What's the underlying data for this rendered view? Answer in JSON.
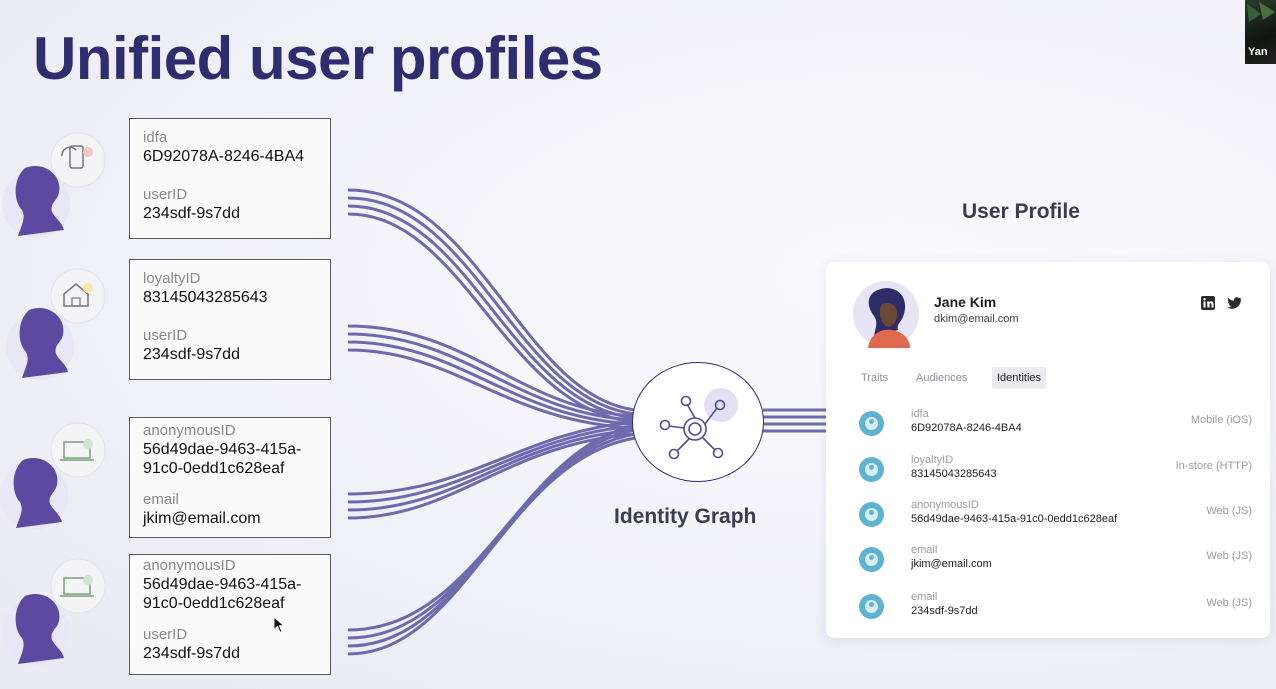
{
  "slide": {
    "title": "Unified user profiles",
    "corner_thumbnail_text": "Yan"
  },
  "sources": [
    {
      "device": "cloud-phone-icon",
      "fields": [
        {
          "label": "idfa",
          "value": "6D92078A-8246-4BA4"
        },
        {
          "label": "userID",
          "value": "234sdf-9s7dd"
        }
      ]
    },
    {
      "device": "store-icon",
      "fields": [
        {
          "label": "loyaltyID",
          "value": "83145043285643"
        },
        {
          "label": "userID",
          "value": "234sdf-9s7dd"
        }
      ]
    },
    {
      "device": "laptop-icon",
      "fields": [
        {
          "label": "anonymousID",
          "value": "56d49dae-9463-415a-91c0-0edd1c628eaf"
        },
        {
          "label": "email",
          "value": "jkim@email.com"
        }
      ]
    },
    {
      "device": "laptop-icon",
      "fields": [
        {
          "label": "anonymousID",
          "value": "56d49dae-9463-415a-91c0-0edd1c628eaf"
        },
        {
          "label": "userID",
          "value": "234sdf-9s7dd"
        }
      ]
    }
  ],
  "hub": {
    "label": "Identity Graph"
  },
  "profile": {
    "heading": "User Profile",
    "name": "Jane Kim",
    "email": "dkim@email.com",
    "tabs": [
      "Traits",
      "Audiences",
      "Identities"
    ],
    "active_tab": "Identities",
    "identities": [
      {
        "type": "idfa",
        "value": "6D92078A-8246-4BA4",
        "source": "Mobile (iOS)"
      },
      {
        "type": "loyaltyID",
        "value": "83145043285643",
        "source": "In-store (HTTP)"
      },
      {
        "type": "anonymousID",
        "value": "56d49dae-9463-415a-91c0-0edd1c628eaf",
        "source": "Web (JS)"
      },
      {
        "type": "email",
        "value": "jkim@email.com",
        "source": "Web (JS)"
      },
      {
        "type": "email",
        "value": "234sdf-9s7dd",
        "source": "Web (JS)"
      }
    ]
  },
  "colors": {
    "title": "#2f2d70",
    "person": "#5b4aa0",
    "flow": "#5654a0",
    "identity_icon": "#5eb3d0"
  }
}
